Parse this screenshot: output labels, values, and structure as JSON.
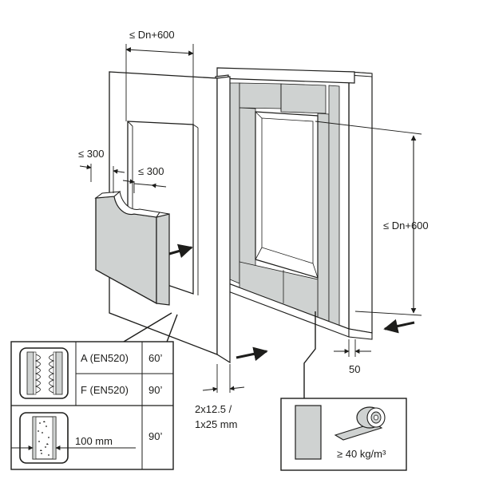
{
  "dimensions": {
    "top_width": "≤ Dn+600",
    "left_overlap": "≤ 300",
    "right_overlap": "≤ 300",
    "right_height": "≤ Dn+600",
    "frame_depth": "50",
    "board_thickness_line1": "2x12.5 /",
    "board_thickness_line2": "1x25 mm"
  },
  "material_callout": {
    "density": "≥ 40 kg/m³"
  },
  "table": {
    "rows": [
      {
        "label": "A (EN520)",
        "time": "60’"
      },
      {
        "label": "F (EN520)",
        "time": "90’"
      },
      {
        "label": "100 mm",
        "time": "90’"
      }
    ]
  },
  "colors": {
    "panel_fill": "#cfd2d1",
    "line": "#1d1d1b",
    "board_face": "#ffffff"
  }
}
